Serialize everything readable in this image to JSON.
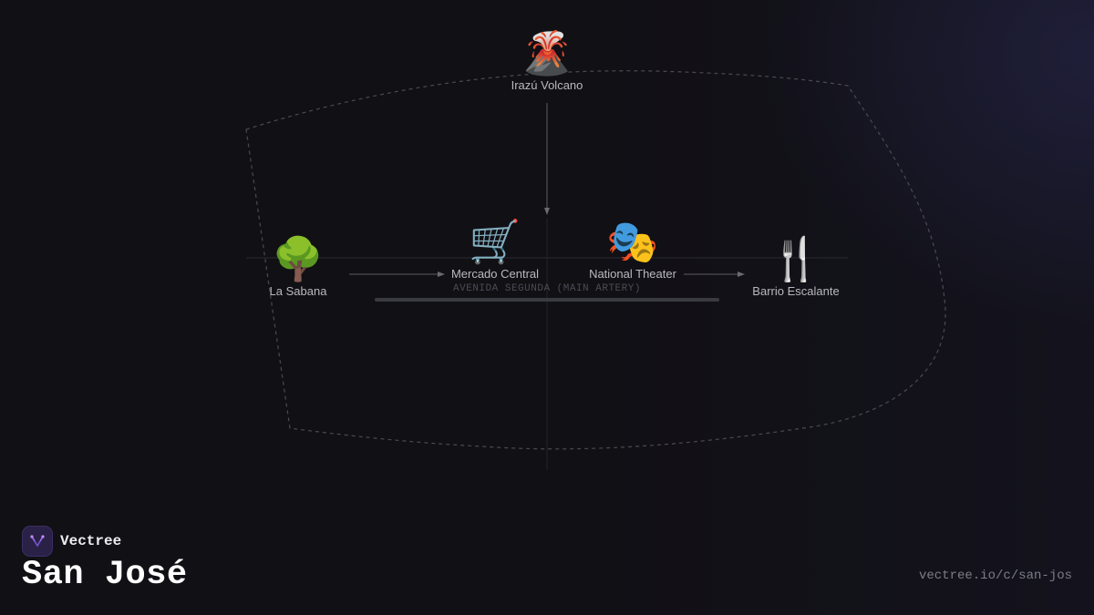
{
  "brand": {
    "name": "Vectree",
    "logo_icon": "vectree-logo-icon",
    "accent": "#9b6bff"
  },
  "city": {
    "title": "San José"
  },
  "footer": {
    "url": "vectree.io/c/san-jos"
  },
  "map": {
    "boundary_color": "#4a4a52",
    "street": {
      "label": "AVENIDA SEGUNDA (MAIN ARTERY)"
    },
    "landmarks": [
      {
        "id": "volcano",
        "name": "Irazú Volcano",
        "emoji": "🌋",
        "icon": "volcano-icon"
      },
      {
        "id": "sabana",
        "name": "La Sabana",
        "emoji": "🌳",
        "icon": "tree-icon"
      },
      {
        "id": "mercado",
        "name": "Mercado Central",
        "emoji": "🛒",
        "icon": "shopping-cart-icon"
      },
      {
        "id": "theater",
        "name": "National Theater",
        "emoji": "🎭",
        "icon": "theater-masks-icon"
      },
      {
        "id": "escalante",
        "name": "Barrio Escalante",
        "emoji": "🍴",
        "icon": "fork-knife-icon"
      }
    ]
  }
}
